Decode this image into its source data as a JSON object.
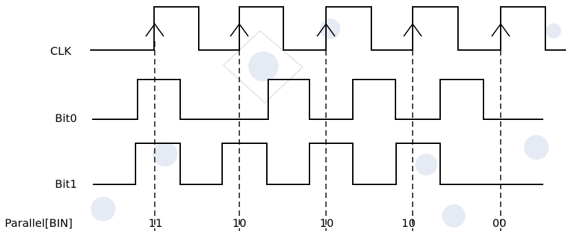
{
  "signals": [
    {
      "name": "CLK",
      "levels": [
        0,
        1,
        0,
        1,
        0,
        1,
        0,
        1,
        0,
        1,
        0
      ]
    },
    {
      "name": "Bit0",
      "levels": [
        0,
        1,
        0,
        0,
        1,
        0,
        1,
        0,
        1,
        0
      ]
    },
    {
      "name": "Bit1",
      "levels": [
        0,
        1,
        0,
        1,
        0,
        1,
        0,
        1,
        0
      ]
    }
  ],
  "parallel": {
    "label": "Parallel[BIN]",
    "values": [
      "11",
      "10",
      "10",
      "10",
      "00"
    ]
  },
  "colors": {
    "wave": "#000000",
    "background": "#ffffff",
    "watermark": "#3f5fa8"
  }
}
